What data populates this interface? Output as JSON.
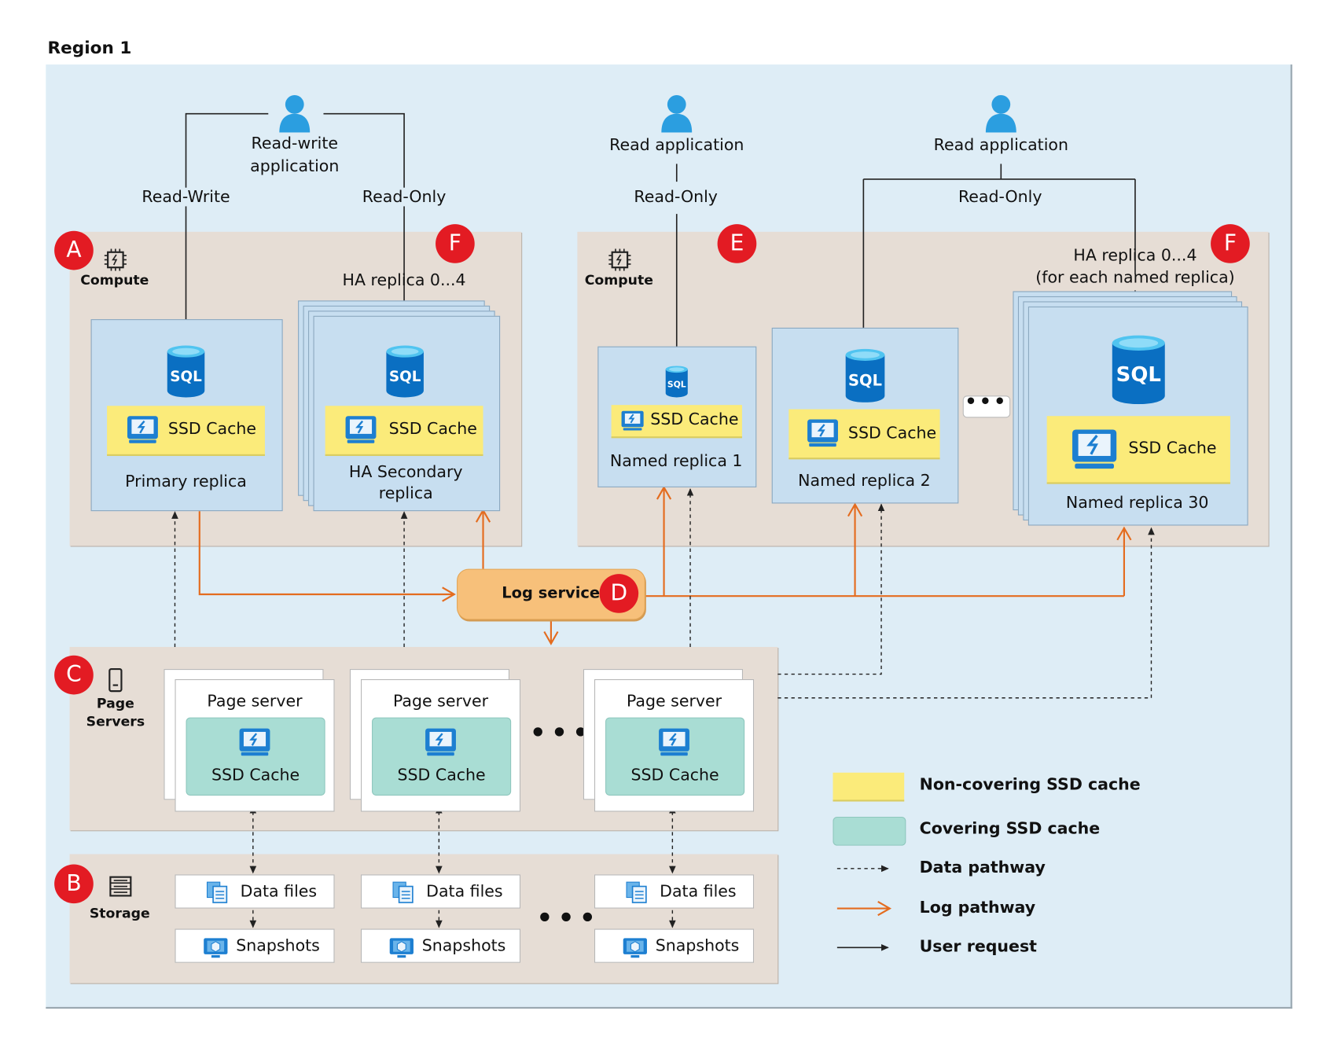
{
  "region_title": "Region 1",
  "apps": {
    "rw": "Read-write\napplication",
    "read1": "Read application",
    "read2": "Read application"
  },
  "paths": {
    "read_write": "Read-Write",
    "read_only_1": "Read-Only",
    "read_only_2": "Read-Only",
    "read_only_3": "Read-Only"
  },
  "compute": {
    "label": "Compute",
    "ha_replica_left": "HA replica 0...4",
    "ha_replica_right": "HA replica 0...4\n(for each named replica)",
    "primary": "Primary replica",
    "ha_secondary": "HA Secondary\nreplica",
    "named1": "Named replica 1",
    "named2": "Named replica 2",
    "named30": "Named replica 30",
    "ssd_cache": "SSD Cache",
    "sql": "SQL"
  },
  "log_service": "Log service",
  "page_servers": {
    "label": "Page\nServers",
    "server": "Page server",
    "ssd_cache": "SSD Cache"
  },
  "storage": {
    "label": "Storage",
    "data_files": "Data files",
    "snapshots": "Snapshots"
  },
  "badges": {
    "A": "A",
    "B": "B",
    "C": "C",
    "D": "D",
    "E": "E",
    "F": "F"
  },
  "legend": {
    "non_covering": "Non-covering SSD cache",
    "covering": "Covering SSD cache",
    "data_pathway": "Data pathway",
    "log_pathway": "Log pathway",
    "user_request": "User request"
  },
  "colors": {
    "log": "#e46c1f",
    "non_covering": "#fbeb7a",
    "covering": "#a9ddd4",
    "badge": "#e31b23",
    "sql_blue": "#0a6fc2"
  }
}
